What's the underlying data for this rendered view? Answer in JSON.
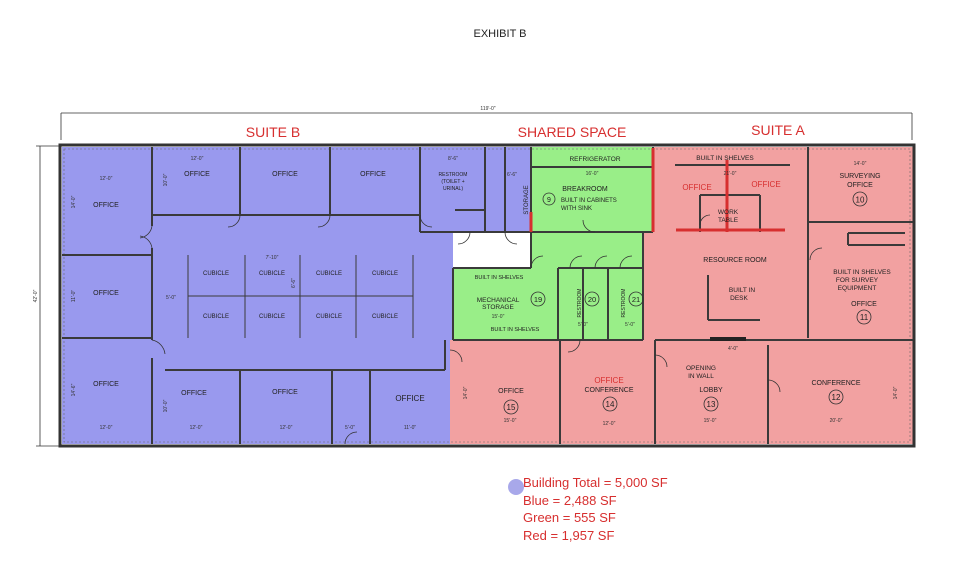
{
  "exhibit_title": "EXHIBIT B",
  "overall_width_dim": "119'-0\"",
  "overall_height_dim": "42'-0\"",
  "colors": {
    "blue": "#9999ee",
    "green": "#99ee88",
    "red": "#f2a1a1",
    "label_red": "#d72f2f",
    "legend_dot": "#a8a8ea"
  },
  "sections": {
    "suite_b": "SUITE B",
    "shared": "SHARED SPACE",
    "suite_a": "SUITE A"
  },
  "rooms": {
    "office_b1": "OFFICE",
    "office_b2": "OFFICE",
    "office_b3": "OFFICE",
    "office_b4": "OFFICE",
    "office_b5": "OFFICE",
    "office_b6": "OFFICE",
    "office_b7": "OFFICE",
    "office_b8": "OFFICE",
    "office_b9": "OFFICE",
    "restroom_b_1": "RESTROOM",
    "restroom_b_2": "(TOILET +",
    "restroom_b_3": "URINAL)",
    "storage_b": "STORAGE",
    "cubicle": "CUBICLE",
    "refrigerator": "REFRIGERATOR",
    "breakroom": "BREAKROOM",
    "breakroom_num": "9",
    "breakroom_note_1": "BUILT IN CABINETS",
    "breakroom_note_2": "WITH SINK",
    "shelves_1": "BUILT IN SHELVES",
    "mech_1": "MECHANICAL",
    "mech_2": "STORAGE",
    "mech_num": "19",
    "shelves_2": "BUILT IN SHELVES",
    "restroom_20": "RESTROOM",
    "restroom_20_num": "20",
    "restroom_21": "RESTROOM",
    "restroom_21_num": "21",
    "shelves_a": "BUILT IN SHELVES",
    "office_red_1": "OFFICE",
    "office_red_2": "OFFICE",
    "work_table_1": "WORK",
    "work_table_2": "TABLE",
    "surveying_1": "SURVEYING",
    "surveying_2": "OFFICE",
    "surveying_num": "10",
    "resource_room": "RESOURCE ROOM",
    "desk_1": "BUILT IN",
    "desk_2": "DESK",
    "survey_shelves_1": "BUILT IN SHELVES",
    "survey_shelves_2": "FOR SURVEY",
    "survey_shelves_3": "EQUIPMENT",
    "office_11": "OFFICE",
    "office_11_num": "11",
    "opening_1": "OPENING",
    "opening_2": "IN WALL",
    "office_15": "OFFICE",
    "office_15_num": "15",
    "office_14_red": "OFFICE",
    "conference_14": "CONFERENCE",
    "conference_14_num": "14",
    "lobby": "LOBBY",
    "lobby_num": "13",
    "conference_12": "CONFERENCE",
    "conference_12_num": "12"
  },
  "dims": {
    "d1": "12'-0\"",
    "d2": "12'-0\"",
    "d3": "8'-6\"",
    "d4": "6'-6\"",
    "d5": "14'-0\"",
    "d6": "10'-0\"",
    "d7": "11'-0\"",
    "d8": "14'-6\"",
    "d9": "10'-0\"",
    "d10": "7'-10\"",
    "d11": "5'-0\"",
    "d12": "6'-6\"",
    "d13": "12'-0\"",
    "d14": "12'-0\"",
    "d15": "12'-0\"",
    "d16": "5'-0\"",
    "d17": "11'-0\"",
    "d18": "16'-0\"",
    "d19": "15'-0\"",
    "d20": "5'-0\"",
    "d21": "5'-0\"",
    "d22": "21'-0\"",
    "d23": "14'-0\"",
    "d24": "15'-0\"",
    "d25": "12'-0\"",
    "d26": "15'-0\"",
    "d27": "20'-0\"",
    "d28": "4'-0\"",
    "d29": "14'-0\"",
    "d30": "14'-0\""
  },
  "legend": {
    "total": "Building Total = 5,000 SF",
    "blue": "Blue = 2,488 SF",
    "green": "Green = 555 SF",
    "red": "Red = 1,957 SF"
  }
}
